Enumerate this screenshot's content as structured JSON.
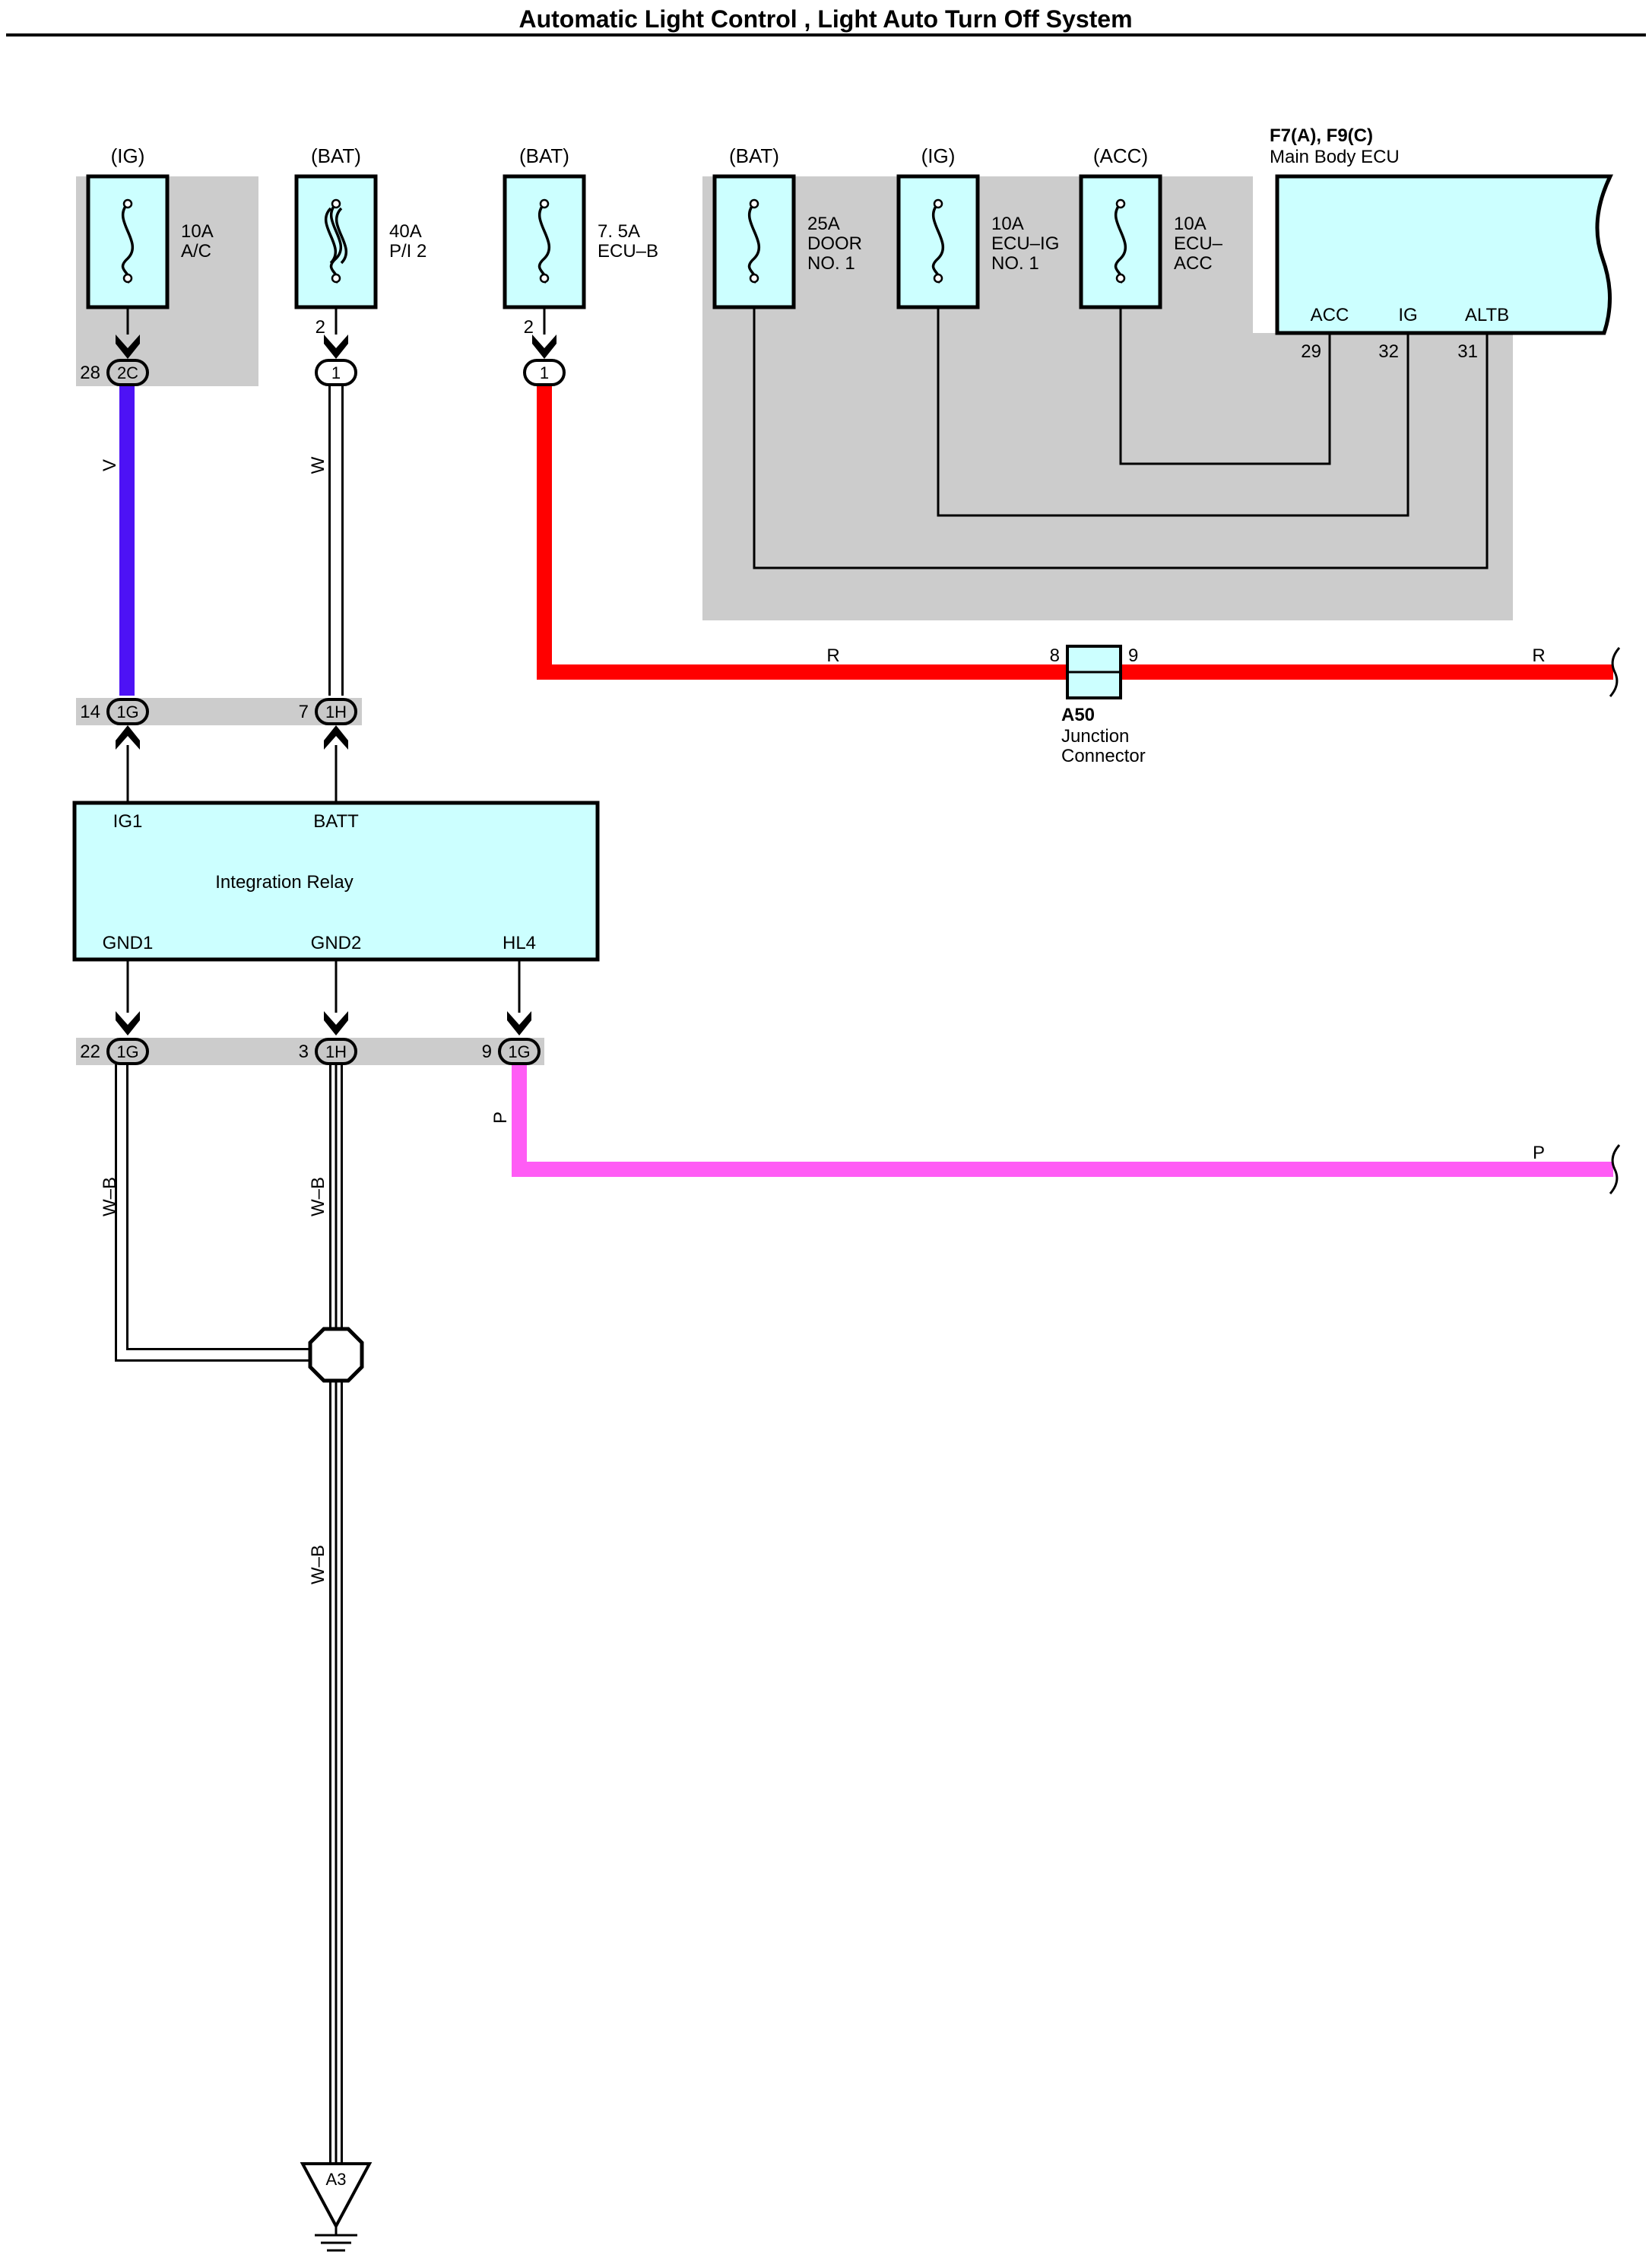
{
  "title": "Automatic Light Control , Light Auto Turn Off System",
  "fuses": [
    {
      "id": "fuse-ac",
      "supply": "(IG)",
      "rating": "10A",
      "name": [
        "A/C"
      ],
      "pin": "28",
      "connector": "2C"
    },
    {
      "id": "fuse-pi2",
      "supply": "(BAT)",
      "rating": "40A",
      "name": [
        "P/I 2"
      ],
      "pin": "2",
      "connector": "1"
    },
    {
      "id": "fuse-ecub",
      "supply": "(BAT)",
      "rating": "7. 5A",
      "name": [
        "ECU–B"
      ],
      "pin": "2",
      "connector": "1"
    },
    {
      "id": "fuse-door",
      "supply": "(BAT)",
      "rating": "25A",
      "name": [
        "DOOR",
        "NO. 1"
      ]
    },
    {
      "id": "fuse-ecuig",
      "supply": "(IG)",
      "rating": "10A",
      "name": [
        "ECU–IG",
        "NO. 1"
      ]
    },
    {
      "id": "fuse-ecuacc",
      "supply": "(ACC)",
      "rating": "10A",
      "name": [
        "ECU–",
        "ACC"
      ]
    }
  ],
  "ecu": {
    "code": "F7(A), F9(C)",
    "name": "Main Body ECU",
    "terminals": [
      {
        "label": "ACC",
        "pin": "29"
      },
      {
        "label": "IG",
        "pin": "32"
      },
      {
        "label": "ALTB",
        "pin": "31"
      }
    ]
  },
  "junction": {
    "code": "A50",
    "name": [
      "Junction",
      "Connector"
    ],
    "pin_in": "8",
    "pin_out": "9"
  },
  "relay": {
    "name": "Integration Relay",
    "top_terminals": [
      {
        "label": "IG1",
        "pin": "14",
        "connector": "1G"
      },
      {
        "label": "BATT",
        "pin": "7",
        "connector": "1H"
      }
    ],
    "bottom_terminals": [
      {
        "label": "GND1",
        "pin": "22",
        "connector": "1G"
      },
      {
        "label": "GND2",
        "pin": "3",
        "connector": "1H"
      },
      {
        "label": "HL4",
        "pin": "9",
        "connector": "1G"
      }
    ]
  },
  "wires": {
    "v": "V",
    "w": "W",
    "r_left": "R",
    "r_right": "R",
    "p_vertical": "P",
    "p_right": "P",
    "wb_left": "W–B",
    "wb_mid": "W–B",
    "wb_low": "W–B"
  },
  "ground": {
    "label": "A3"
  },
  "colors": {
    "violet": "#4d12f5",
    "red": "#ff0000",
    "pink": "#ff5cf5",
    "component_fill": "#ccffff",
    "shade": "#cccccc"
  }
}
